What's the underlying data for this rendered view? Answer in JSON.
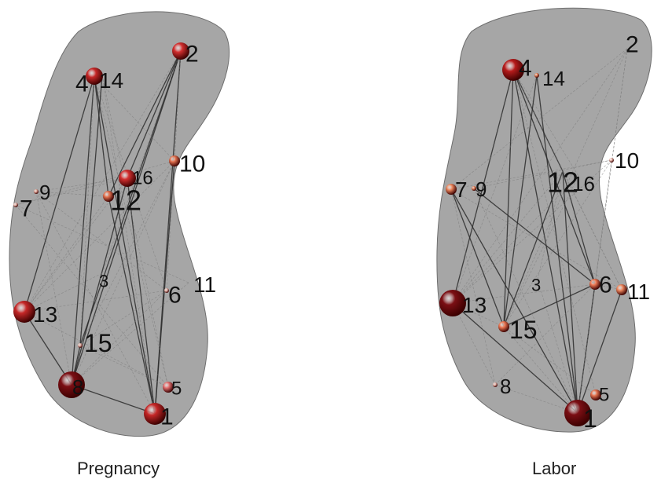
{
  "captions": {
    "pregnancy": "Pregnancy",
    "labor": "Labor"
  },
  "colors": {
    "organ_fill": "#9a9a9a",
    "organ_stroke": "#6e6e6e",
    "edge_dark": "#2b2b2b",
    "edge_light": "#7a7a7a",
    "label_text": "#111111"
  },
  "panels": [
    {
      "id": "pregnancy",
      "nodes": [
        {
          "label": "1",
          "size": "large",
          "color": "#c62828"
        },
        {
          "label": "2",
          "size": "medium",
          "color": "#d32f2f"
        },
        {
          "label": "3",
          "size": "none",
          "color": ""
        },
        {
          "label": "4",
          "size": "medium",
          "color": "#c62828"
        },
        {
          "label": "5",
          "size": "small",
          "color": "#e57373"
        },
        {
          "label": "6",
          "size": "tiny",
          "color": "#f2c4b8"
        },
        {
          "label": "7",
          "size": "tiny",
          "color": "#f2c4b8"
        },
        {
          "label": "8",
          "size": "xlarge",
          "color": "#7b0f14"
        },
        {
          "label": "9",
          "size": "tiny",
          "color": "#f0b8a8"
        },
        {
          "label": "10",
          "size": "small",
          "color": "#e57350"
        },
        {
          "label": "11",
          "size": "none",
          "color": ""
        },
        {
          "label": "12",
          "size": "small",
          "color": "#e57350"
        },
        {
          "label": "13",
          "size": "large",
          "color": "#c62828"
        },
        {
          "label": "14",
          "size": "none",
          "color": ""
        },
        {
          "label": "15",
          "size": "tiny",
          "color": "#f2c4b8"
        },
        {
          "label": "16",
          "size": "medium",
          "color": "#d32f2f"
        }
      ]
    },
    {
      "id": "labor",
      "nodes": [
        {
          "label": "1",
          "size": "xlarge",
          "color": "#7b0f14"
        },
        {
          "label": "2",
          "size": "none",
          "color": ""
        },
        {
          "label": "3",
          "size": "none",
          "color": ""
        },
        {
          "label": "4",
          "size": "large",
          "color": "#b71c1c"
        },
        {
          "label": "5",
          "size": "small",
          "color": "#e57350"
        },
        {
          "label": "6",
          "size": "small",
          "color": "#ef7a55"
        },
        {
          "label": "7",
          "size": "small",
          "color": "#ef8a60"
        },
        {
          "label": "8",
          "size": "tiny",
          "color": "#f2c4b8"
        },
        {
          "label": "9",
          "size": "tiny",
          "color": "#ef8a60"
        },
        {
          "label": "10",
          "size": "tiny",
          "color": "#f2c4b8"
        },
        {
          "label": "11",
          "size": "small",
          "color": "#ef8a60"
        },
        {
          "label": "12",
          "size": "none",
          "color": ""
        },
        {
          "label": "13",
          "size": "xlarge",
          "color": "#7b0f14"
        },
        {
          "label": "14",
          "size": "tiny",
          "color": "#ef8a60"
        },
        {
          "label": "15",
          "size": "small",
          "color": "#ef7a55"
        },
        {
          "label": "16",
          "size": "none",
          "color": ""
        }
      ]
    }
  ]
}
